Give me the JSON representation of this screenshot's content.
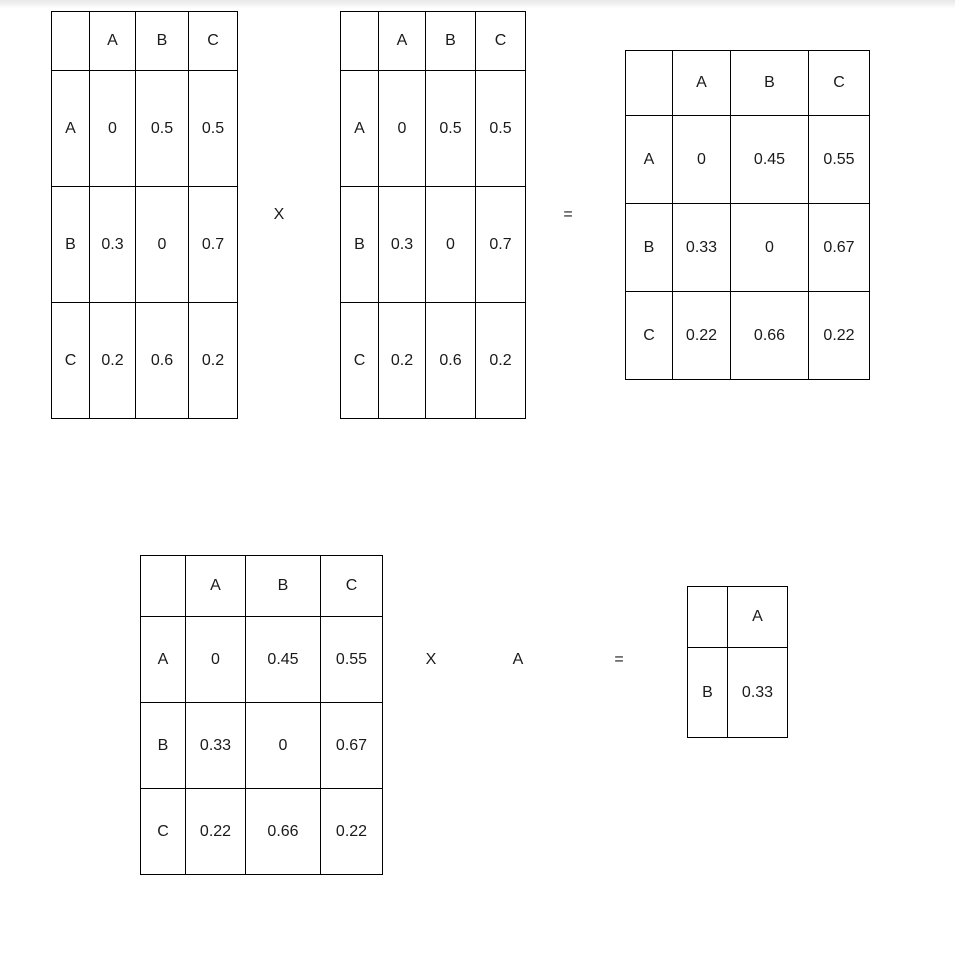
{
  "page": {
    "background_color": "#ffffff",
    "text_color": "#1a1a1a",
    "border_color": "#000000"
  },
  "operators": {
    "times_top": "X",
    "equals_top": "=",
    "times_bottom": "X",
    "operand_bottom": "A",
    "equals_bottom": "="
  },
  "matrices": {
    "matrix_1": {
      "corner": "",
      "columns": [
        "A",
        "B",
        "C"
      ],
      "rows": [
        {
          "label": "A",
          "cells": [
            "0",
            "0.5",
            "0.5"
          ]
        },
        {
          "label": "B",
          "cells": [
            "0.3",
            "0",
            "0.7"
          ]
        },
        {
          "label": "C",
          "cells": [
            "0.2",
            "0.6",
            "0.2"
          ]
        }
      ]
    },
    "matrix_2": {
      "corner": "",
      "columns": [
        "A",
        "B",
        "C"
      ],
      "rows": [
        {
          "label": "A",
          "cells": [
            "0",
            "0.5",
            "0.5"
          ]
        },
        {
          "label": "B",
          "cells": [
            "0.3",
            "0",
            "0.7"
          ]
        },
        {
          "label": "C",
          "cells": [
            "0.2",
            "0.6",
            "0.2"
          ]
        }
      ]
    },
    "matrix_3": {
      "corner": "",
      "columns": [
        "A",
        "B",
        "C"
      ],
      "rows": [
        {
          "label": "A",
          "cells": [
            "0",
            "0.45",
            "0.55"
          ]
        },
        {
          "label": "B",
          "cells": [
            "0.33",
            "0",
            "0.67"
          ]
        },
        {
          "label": "C",
          "cells": [
            "0.22",
            "0.66",
            "0.22"
          ]
        }
      ]
    },
    "matrix_4": {
      "corner": "",
      "columns": [
        "A",
        "B",
        "C"
      ],
      "rows": [
        {
          "label": "A",
          "cells": [
            "0",
            "0.45",
            "0.55"
          ]
        },
        {
          "label": "B",
          "cells": [
            "0.33",
            "0",
            "0.67"
          ]
        },
        {
          "label": "C",
          "cells": [
            "0.22",
            "0.66",
            "0.22"
          ]
        }
      ]
    },
    "matrix_5": {
      "corner": "",
      "columns": [
        "A"
      ],
      "rows": [
        {
          "label": "B",
          "cells": [
            "0.33"
          ]
        }
      ]
    }
  },
  "chart_data": {
    "type": "table",
    "title": "",
    "description": "Matrix multiplication worked example: a 3x3 transition matrix squared, then the resulting matrix multiplied by column A giving one value.",
    "tables": [
      {
        "name": "matrix_1",
        "role": "left operand (top equation)",
        "row_headers": [
          "A",
          "B",
          "C"
        ],
        "col_headers": [
          "A",
          "B",
          "C"
        ],
        "values": [
          [
            0,
            0.5,
            0.5
          ],
          [
            0.3,
            0,
            0.7
          ],
          [
            0.2,
            0.6,
            0.2
          ]
        ]
      },
      {
        "name": "matrix_2",
        "role": "right operand (top equation)",
        "row_headers": [
          "A",
          "B",
          "C"
        ],
        "col_headers": [
          "A",
          "B",
          "C"
        ],
        "values": [
          [
            0,
            0.5,
            0.5
          ],
          [
            0.3,
            0,
            0.7
          ],
          [
            0.2,
            0.6,
            0.2
          ]
        ]
      },
      {
        "name": "matrix_3",
        "role": "result (top equation)",
        "row_headers": [
          "A",
          "B",
          "C"
        ],
        "col_headers": [
          "A",
          "B",
          "C"
        ],
        "values": [
          [
            0,
            0.45,
            0.55
          ],
          [
            0.33,
            0,
            0.67
          ],
          [
            0.22,
            0.66,
            0.22
          ]
        ]
      },
      {
        "name": "matrix_4",
        "role": "left operand (bottom equation)",
        "row_headers": [
          "A",
          "B",
          "C"
        ],
        "col_headers": [
          "A",
          "B",
          "C"
        ],
        "values": [
          [
            0,
            0.45,
            0.55
          ],
          [
            0.33,
            0,
            0.67
          ],
          [
            0.22,
            0.66,
            0.22
          ]
        ]
      },
      {
        "name": "matrix_5",
        "role": "result (bottom equation)",
        "row_headers": [
          "B"
        ],
        "col_headers": [
          "A"
        ],
        "values": [
          [
            0.33
          ]
        ]
      }
    ]
  }
}
